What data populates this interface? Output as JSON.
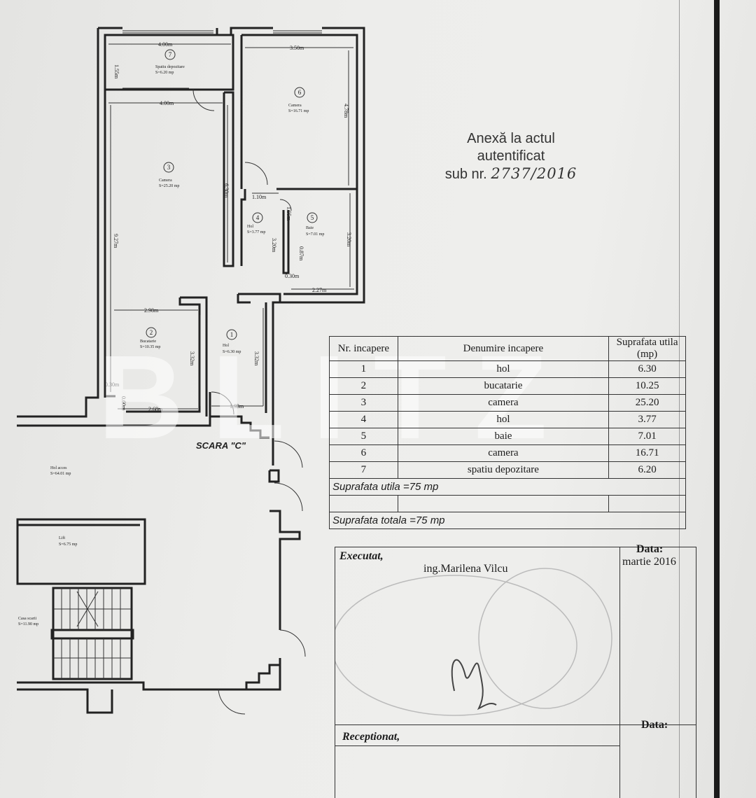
{
  "plan": {
    "rooms": [
      {
        "num": "7",
        "name": "Spatiu depozitare",
        "area": "S=6.20 mp"
      },
      {
        "num": "6",
        "name": "Camera",
        "area": "S=16.71 mp"
      },
      {
        "num": "3",
        "name": "Camera",
        "area": "S=25.20 mp"
      },
      {
        "num": "4",
        "name": "Hol",
        "area": "S=3.77 mp"
      },
      {
        "num": "5",
        "name": "Baie",
        "area": "S=7.01 mp"
      },
      {
        "num": "2",
        "name": "Bucatarie",
        "area": "S=10.35 mp"
      },
      {
        "num": "1",
        "name": "Hol",
        "area": "S=6.30 mp"
      }
    ],
    "dims": [
      "4.00m",
      "3.50m",
      "1.55m",
      "4.00m",
      "4.78m",
      "6.30m",
      "9.27m",
      "1.10m",
      "1.55m",
      "3.20m",
      "3.20m",
      "0.87m",
      "0.30m",
      "2.27m",
      "2.98m",
      "3.32m",
      "3.32m",
      "0.30m",
      "0.60m",
      "2.68m",
      "1.93m"
    ],
    "stair_label": "SCARA \"C\"",
    "hol_acces": {
      "name": "Hol acces",
      "area": "S=64.01 mp"
    },
    "lift": {
      "name": "Lift",
      "area": "S=6.75 mp"
    },
    "casa_scarii": {
      "name": "Casa scarii",
      "area": "S=11.90 mp"
    }
  },
  "annex": {
    "line1": "Anexă la actul",
    "line2": "autentificat",
    "line3_prefix": "sub nr.",
    "line3_hand": "2737/2016"
  },
  "watermark": "BLITZ",
  "table": {
    "headers": {
      "nr": "Nr. incapere",
      "name": "Denumire incapere",
      "area": "Suprafata utila (mp)"
    },
    "rows": [
      {
        "nr": "1",
        "name": "hol",
        "area": "6.30"
      },
      {
        "nr": "2",
        "name": "bucatarie",
        "area": "10.25"
      },
      {
        "nr": "3",
        "name": "camera",
        "area": "25.20"
      },
      {
        "nr": "4",
        "name": "hol",
        "area": "3.77"
      },
      {
        "nr": "5",
        "name": "baie",
        "area": "7.01"
      },
      {
        "nr": "6",
        "name": "camera",
        "area": "16.71"
      },
      {
        "nr": "7",
        "name": "spatiu depozitare",
        "area": "6.20"
      }
    ],
    "utila": "Suprafata utila =75 mp",
    "totala": "Suprafata totala =75 mp"
  },
  "execution": {
    "executat_label": "Executat,",
    "engineer": "ing.Marilena Vilcu",
    "data_label": "Data:",
    "date": "martie 2016",
    "receptionat_label": "Receptionat,",
    "data_label2": "Data:"
  }
}
